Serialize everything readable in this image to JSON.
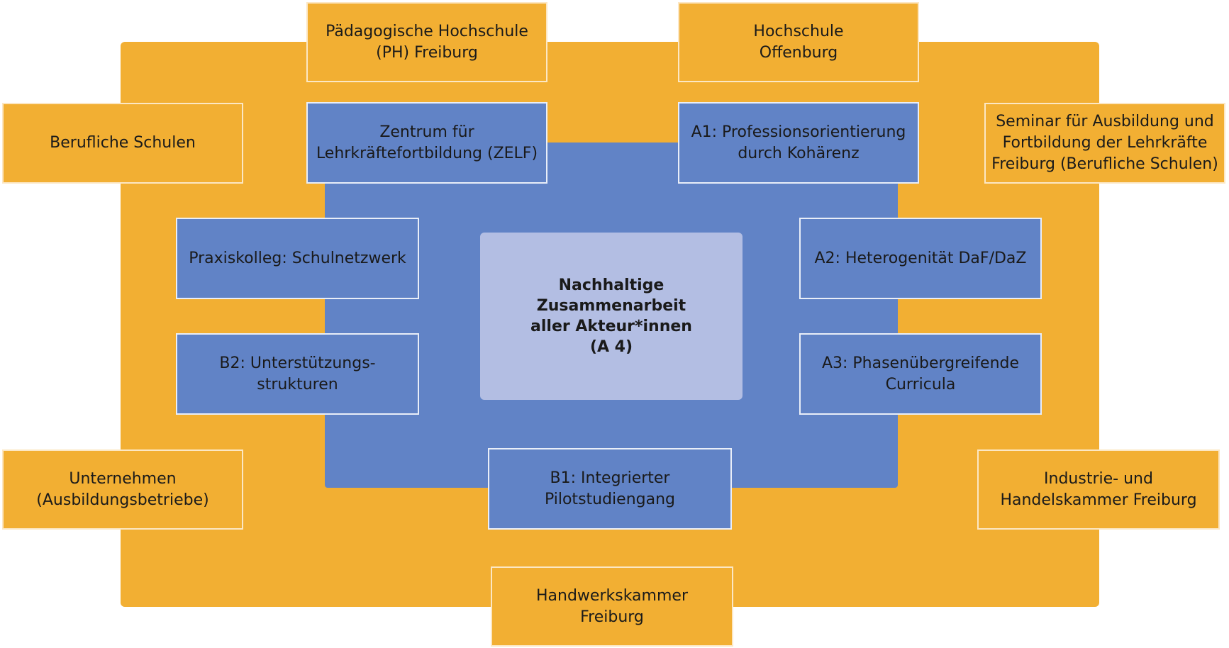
{
  "center": {
    "label": "Nachhaltige\nZusammenarbeit\naller Akteur*innen\n(A 4)"
  },
  "inner_nodes": {
    "zelf": "Zentrum für\nLehrkräftefortbildung (ZELF)",
    "a1": "A1: Professionsorientierung\ndurch Kohärenz",
    "praxiskolleg": "Praxiskolleg: Schulnetzwerk",
    "a2": "A2: Heterogenität DaF/DaZ",
    "b2": "B2: Unterstützungs-\nstrukturen",
    "a3": "A3: Phasenübergreifende\nCurricula",
    "b1": "B1: Integrierter\nPilotstudiengang"
  },
  "outer_nodes": {
    "ph_freiburg": "Pädagogische Hochschule\n(PH) Freiburg",
    "hs_offenburg": "Hochschule\nOffenburg",
    "berufliche_schulen": "Berufliche Schulen",
    "seminar": "Seminar für Ausbildung und\nFortbildung der Lehrkräfte\nFreiburg (Berufliche Schulen)",
    "unternehmen": "Unternehmen\n(Ausbildungsbetriebe)",
    "ihk": "Industrie- und\nHandelskammer Freiburg",
    "hwk": "Handwerkskammer\nFreiburg"
  }
}
